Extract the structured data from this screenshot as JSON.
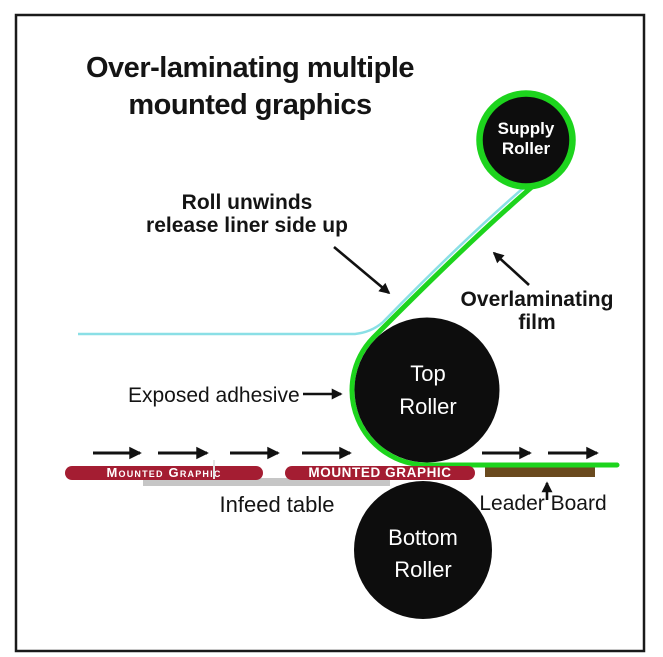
{
  "title": {
    "line1": "Over-laminating multiple",
    "line2": "mounted graphics"
  },
  "annotations": {
    "roll_unwinds": {
      "line1": "Roll unwinds",
      "line2": "release liner side up"
    },
    "overlaminating_film": {
      "line1": "Overlaminating",
      "line2": "film"
    },
    "exposed_adhesive": "Exposed adhesive",
    "infeed_table": "Infeed table",
    "leader_board": "Leader Board"
  },
  "rollers": {
    "supply": {
      "line1": "Supply",
      "line2": "Roller"
    },
    "top": {
      "line1": "Top",
      "line2": "Roller"
    },
    "bottom": {
      "line1": "Bottom",
      "line2": "Roller"
    }
  },
  "materials": {
    "mounted_graphic_1": "Mounted Graphic",
    "mounted_graphic_2": "MOUNTED GRAPHIC"
  },
  "colors": {
    "film_green": "#1dd41d",
    "release_liner_cyan": "#8adfe6",
    "mounted_graphic_red": "#a41d32",
    "leader_board_brown": "#6a4a1e",
    "infeed_table_gray": "#c6c6c6",
    "roller_black": "#0d0d0d",
    "text_ink": "#141414"
  }
}
